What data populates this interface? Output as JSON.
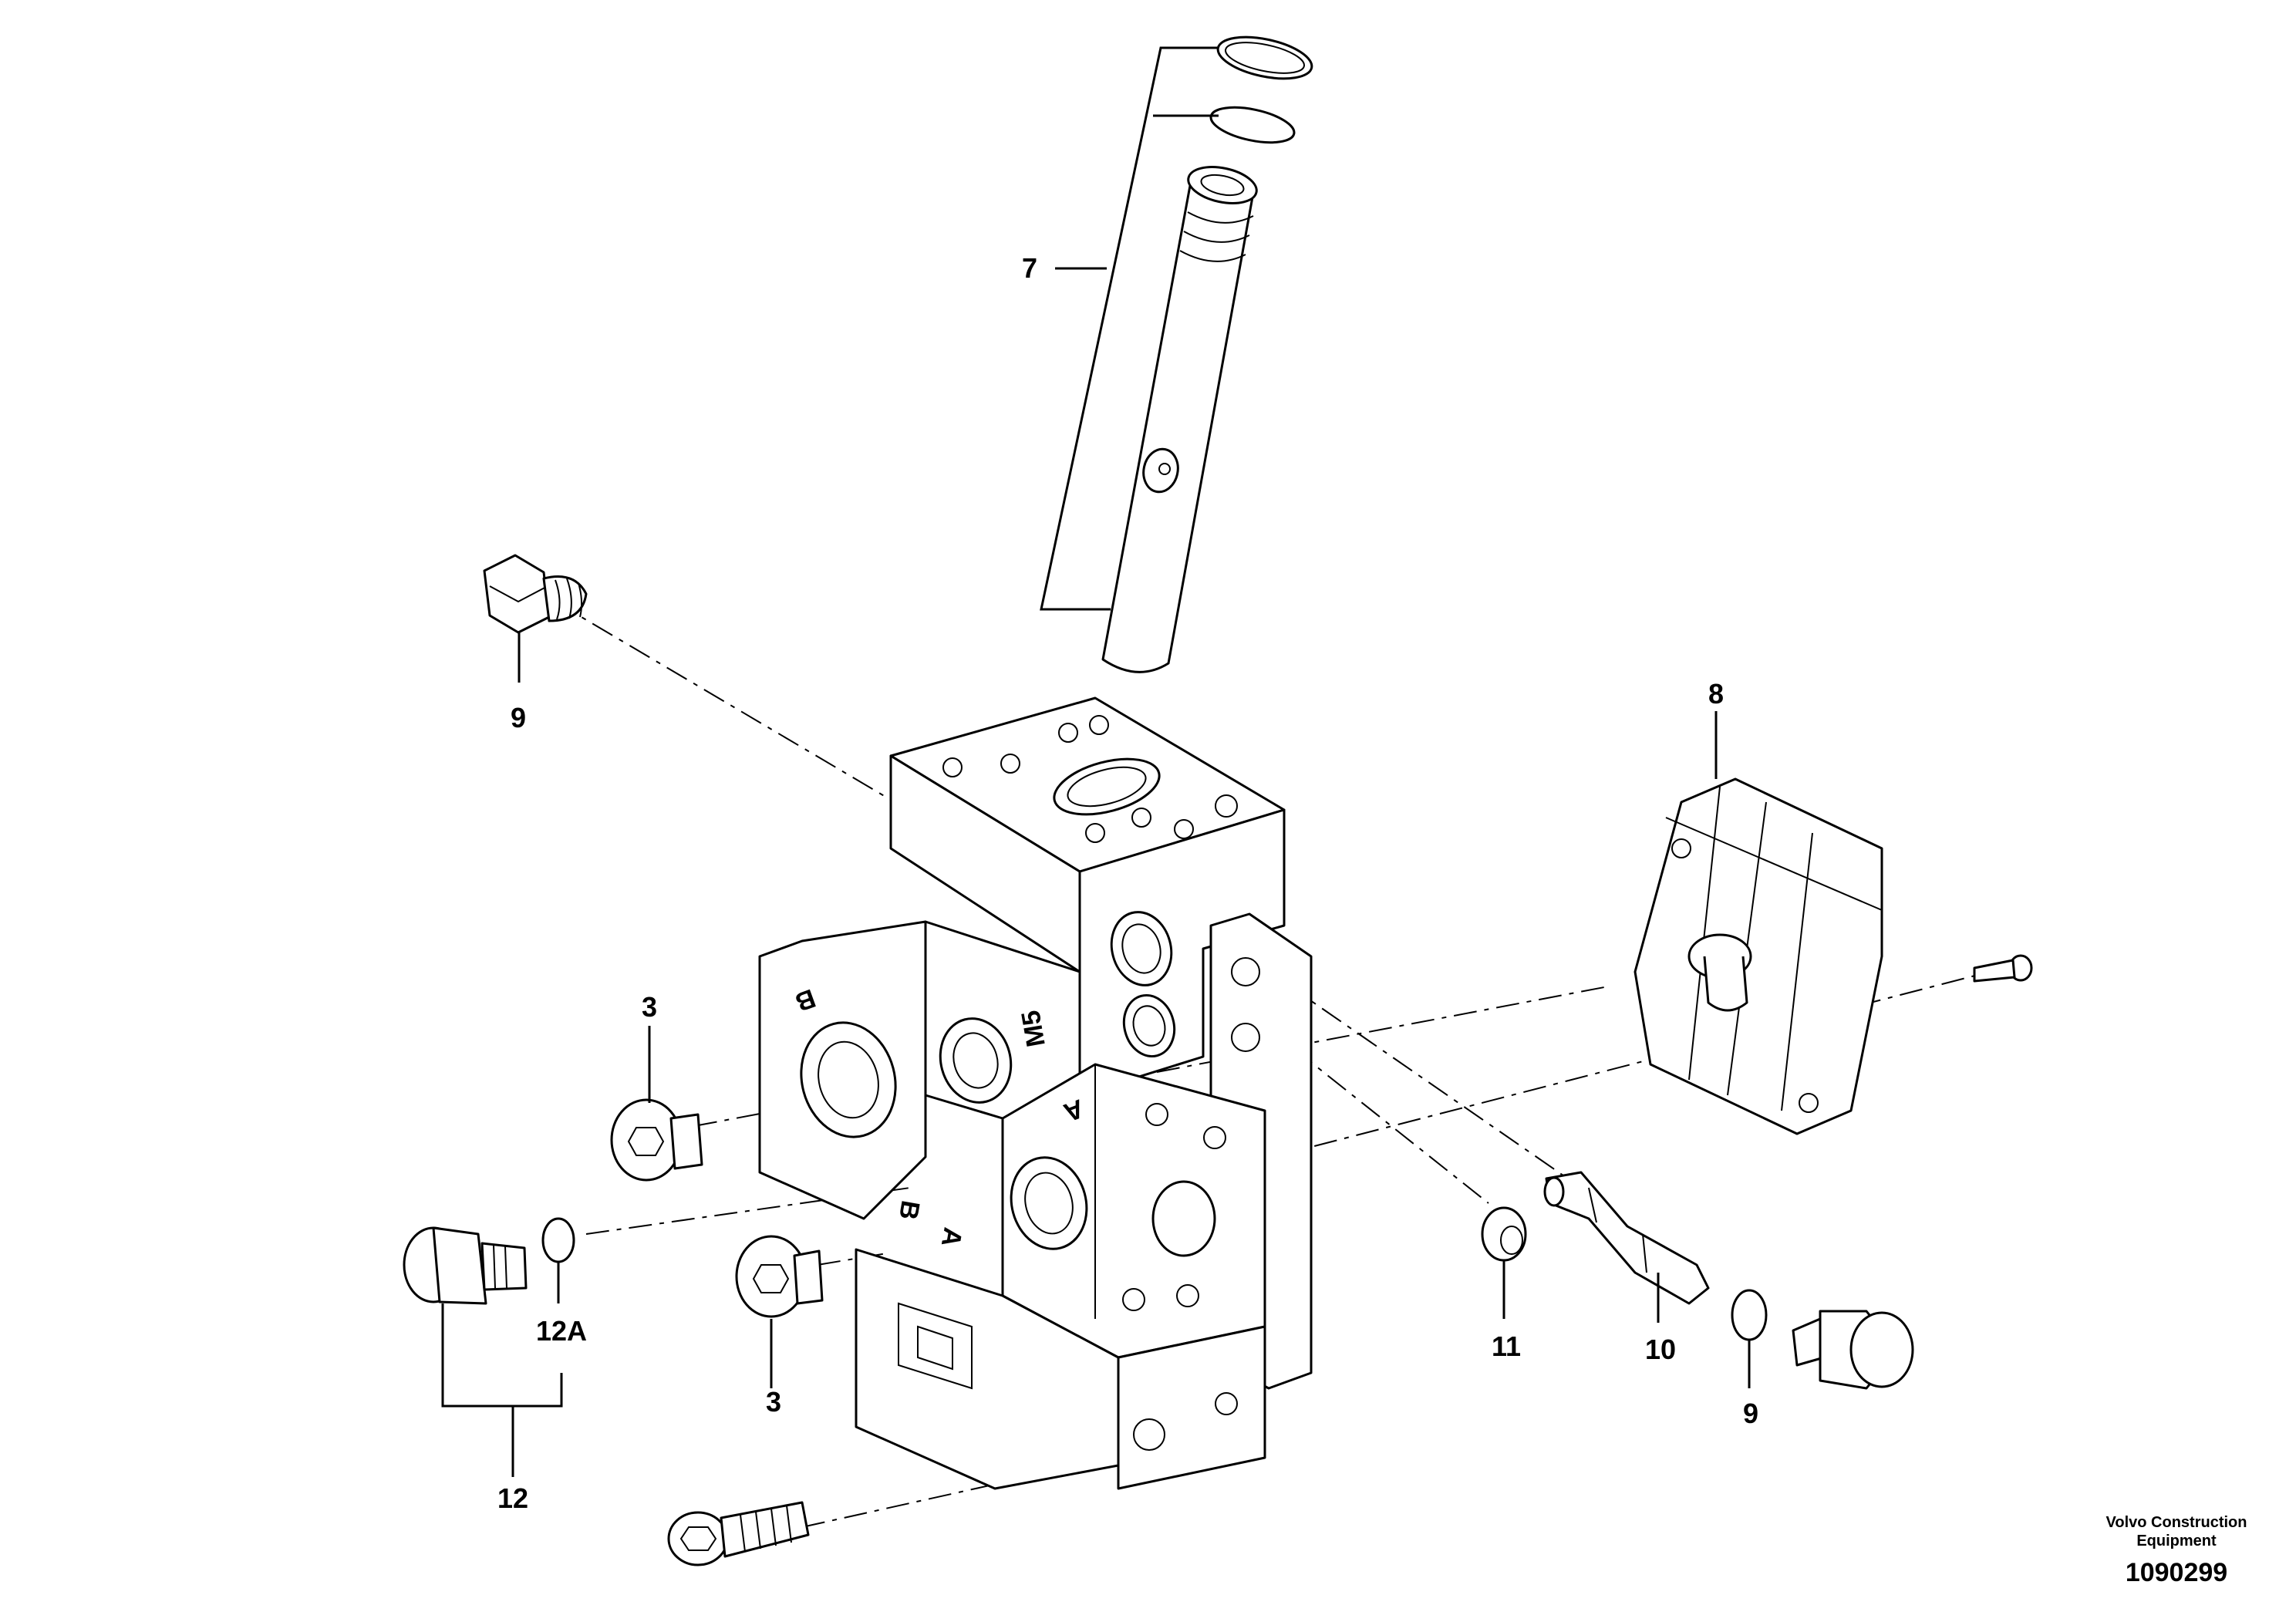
{
  "callouts": [
    {
      "id": "7",
      "label": "7"
    },
    {
      "id": "9a",
      "label": "9"
    },
    {
      "id": "8",
      "label": "8"
    },
    {
      "id": "3a",
      "label": "3"
    },
    {
      "id": "3b",
      "label": "3"
    },
    {
      "id": "12a",
      "label": "12A"
    },
    {
      "id": "12",
      "label": "12"
    },
    {
      "id": "11",
      "label": "11"
    },
    {
      "id": "10",
      "label": "10"
    },
    {
      "id": "9b",
      "label": "9"
    }
  ],
  "face_labels": {
    "b_top": "B",
    "m5": "M5",
    "a_right": "A",
    "b_lower": "B",
    "a_lower": "A"
  },
  "credit": {
    "line1": "Volvo Construction",
    "line2": "Equipment"
  },
  "document_number": "1090299"
}
